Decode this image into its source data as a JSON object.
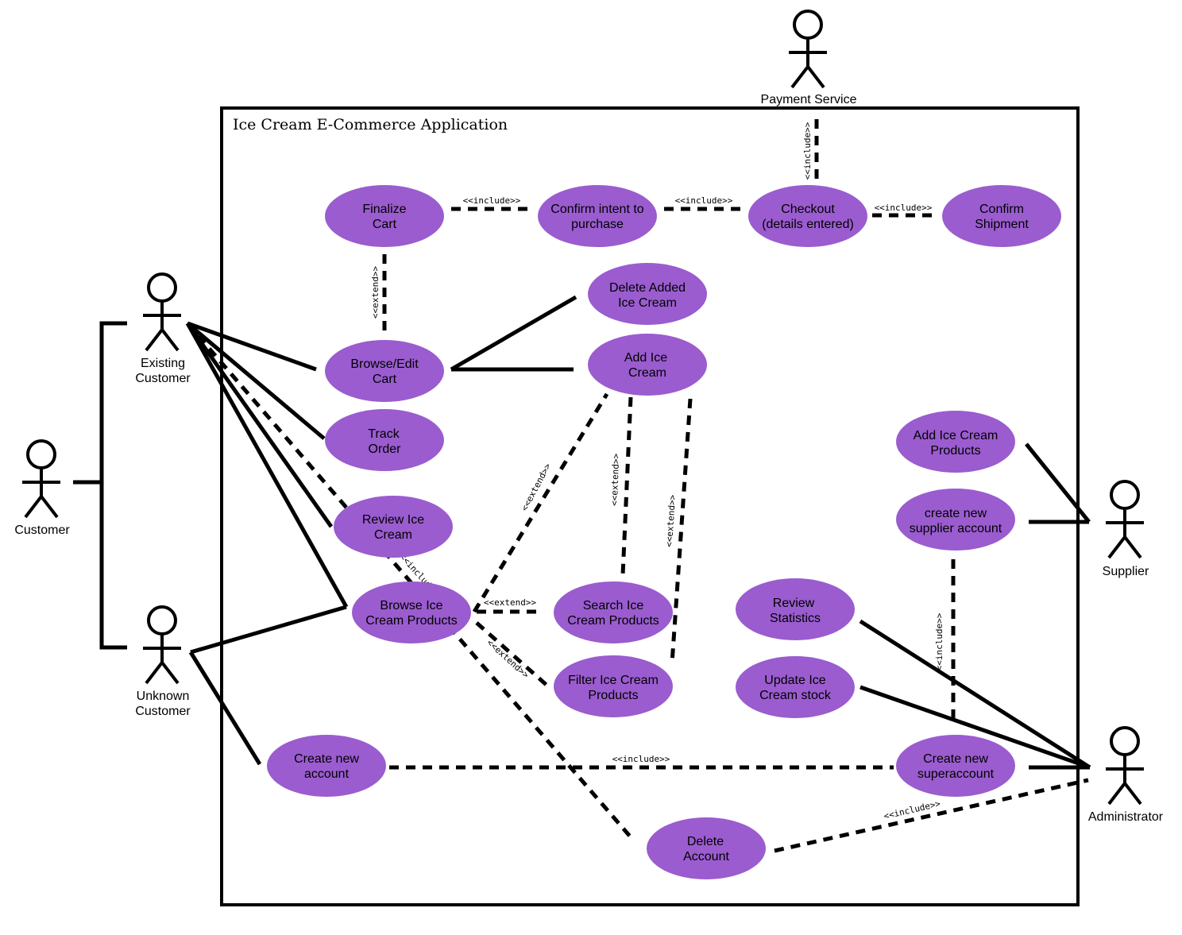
{
  "system": {
    "title": "Ice Cream E-Commerce Application"
  },
  "colors": {
    "use_case_fill": "#9a5ccf",
    "line": "#000000",
    "background": "#ffffff"
  },
  "actors": {
    "payment_service": "Payment Service",
    "existing_customer": [
      "Existing",
      "Customer"
    ],
    "customer": "Customer",
    "unknown_customer": [
      "Unknown",
      "Customer"
    ],
    "supplier": "Supplier",
    "administrator": "Administrator"
  },
  "use_cases": {
    "finalize_cart": [
      "Finalize",
      "Cart"
    ],
    "confirm_intent": [
      "Confirm intent to",
      "purchase"
    ],
    "checkout": [
      "Checkout",
      "(details entered)"
    ],
    "confirm_shipment": [
      "Confirm",
      "Shipment"
    ],
    "delete_added": [
      "Delete Added",
      "Ice Cream"
    ],
    "add_ice_cream": [
      "Add Ice",
      "Cream"
    ],
    "browse_edit_cart": [
      "Browse/Edit",
      "Cart"
    ],
    "track_order": [
      "Track",
      "Order"
    ],
    "review_ice_cream": [
      "Review Ice",
      "Cream"
    ],
    "browse_products": [
      "Browse Ice",
      "Cream Products"
    ],
    "search_products": [
      "Search Ice",
      "Cream Products"
    ],
    "filter_products": [
      "Filter Ice Cream",
      "Products"
    ],
    "add_products": [
      "Add Ice Cream",
      "Products"
    ],
    "create_supplier": [
      "create new",
      "supplier account"
    ],
    "review_statistics": [
      "Review",
      "Statistics"
    ],
    "update_stock": [
      "Update Ice",
      "Cream stock"
    ],
    "create_account": [
      "Create new",
      "account"
    ],
    "create_superaccount": [
      "Create new",
      "superaccount"
    ],
    "delete_account": [
      "Delete",
      "Account"
    ]
  },
  "relations": {
    "include": "<<include>>",
    "extend": "<<extend>>"
  }
}
